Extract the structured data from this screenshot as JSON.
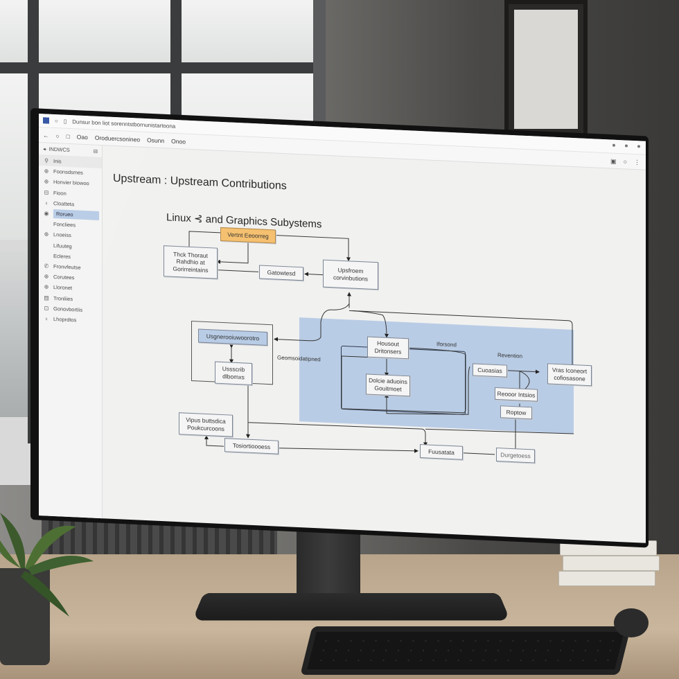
{
  "app": {
    "window_title": "Dunsur bon liot sorenntstbornunistartoona",
    "toolbar_items": [
      "Oao",
      "Oroduercsonineo",
      "Osunn",
      "Onoo"
    ],
    "window_controls": [
      "minimize",
      "maximize",
      "close"
    ],
    "toolbar_right_icons": [
      "bookmark-icon",
      "circle-icon",
      "more-icon"
    ]
  },
  "sidebar": {
    "header": "INDWCS",
    "search_label": "Inis",
    "items": [
      {
        "label": "Foonsdsmes",
        "icon": "globe-icon"
      },
      {
        "label": "Honvier biowoo",
        "icon": "globe-icon"
      },
      {
        "label": "Fioon",
        "icon": "box-icon"
      },
      {
        "label": "Cloatteta",
        "icon": "user-icon"
      },
      {
        "label": "Rorueo",
        "icon": "eye-icon",
        "selected": true
      },
      {
        "label": "Foncliees",
        "icon": ""
      },
      {
        "label": "Lnoeiss",
        "icon": "globe-icon"
      },
      {
        "label": "Lifuuteg",
        "icon": ""
      },
      {
        "label": "Ecleres",
        "icon": ""
      },
      {
        "label": "Fronvfeutse",
        "icon": "phone-icon"
      },
      {
        "label": "Corutees",
        "icon": "globe-icon"
      },
      {
        "label": "Lloronet",
        "icon": "globe-icon"
      },
      {
        "label": "Tronliies",
        "icon": "doc-icon"
      },
      {
        "label": "Gonovbortiis",
        "icon": "box-icon"
      },
      {
        "label": "Lhoprdtos",
        "icon": "user-icon"
      }
    ]
  },
  "diagram": {
    "title": "Upstream : Upstream Contributions",
    "subtitle": "Linux ⊰ and Graphics Subystems",
    "nodes": {
      "vertnt": "Vertnt Eeoorreg",
      "thck": "Thck Thoraut Rahdhio at Gorirreintains",
      "gatowtesd": "Gatowtesd",
      "upstream": "Upsfroem corvinbutions",
      "usgroup": "Usgnerooiuwoorotro",
      "ussgroup": "Ussscrib dlbomxs",
      "housout": "Housout Dritonsers",
      "dolcie": "Dolcie aduoins Gouitmoet",
      "cuoasias": "Cuoasias",
      "vras": "Vras Iconeort cofiosasone",
      "reooor": "Reooor Intsios",
      "roptow": "Roptow",
      "vipus": "Vipus buttsdica Poukcurcoons",
      "tosiort": "Tosiortioooess",
      "fuusatata": "Fuusatata",
      "durgetoess": "Durgetoess"
    },
    "labels": {
      "geomso": "Geomsoidatipned",
      "iforsond": "Iforsond",
      "revention": "Revention"
    },
    "colors": {
      "highlight_orange": "#f5c06e",
      "region_blue": "#b4c9e4",
      "node_blue": "#b8cce6",
      "selection_blue": "#b6cbe6"
    }
  }
}
